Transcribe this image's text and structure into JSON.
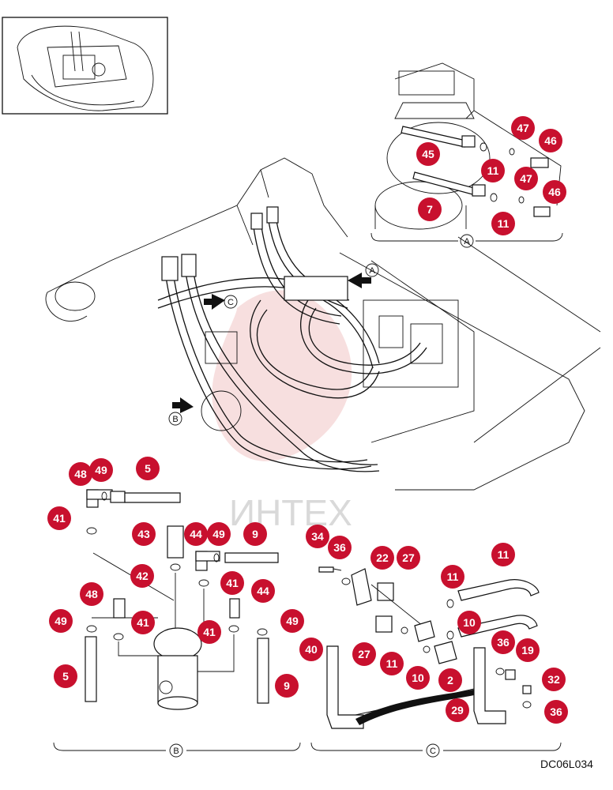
{
  "drawing_code": "DC06L034",
  "watermark": "ИНТЕХ",
  "view_labels": {
    "a": "A",
    "b": "B",
    "c": "C"
  },
  "callouts": {
    "a47_top": "47",
    "a46_top": "46",
    "a45": "45",
    "a11_top": "11",
    "a47_bot": "47",
    "a46_bot": "46",
    "a7": "7",
    "a11_bot": "11",
    "b48_top": "48",
    "b49_top": "49",
    "b5_top": "5",
    "b41_left": "41",
    "b43": "43",
    "b44_top": "44",
    "b49_mid": "49",
    "b9_top": "9",
    "b42": "42",
    "b41_mid": "41",
    "b48_left": "48",
    "b44_right": "44",
    "b49_left": "49",
    "b41_low": "41",
    "b41_right": "41",
    "b49_right": "49",
    "b5_bot": "5",
    "b9_bot": "9",
    "c34": "34",
    "c36_top": "36",
    "c22": "22",
    "c27_top": "27",
    "c11_mid": "11",
    "c11_top": "11",
    "c10_top": "10",
    "c27_left": "27",
    "c11_low": "11",
    "c40": "40",
    "c10_low": "10",
    "c36_mid": "36",
    "c19": "19",
    "c2": "2",
    "c32": "32",
    "c29": "29",
    "c36_bot": "36"
  },
  "colors": {
    "callout": "#c8102e",
    "watermark": "#f0c4c4"
  }
}
